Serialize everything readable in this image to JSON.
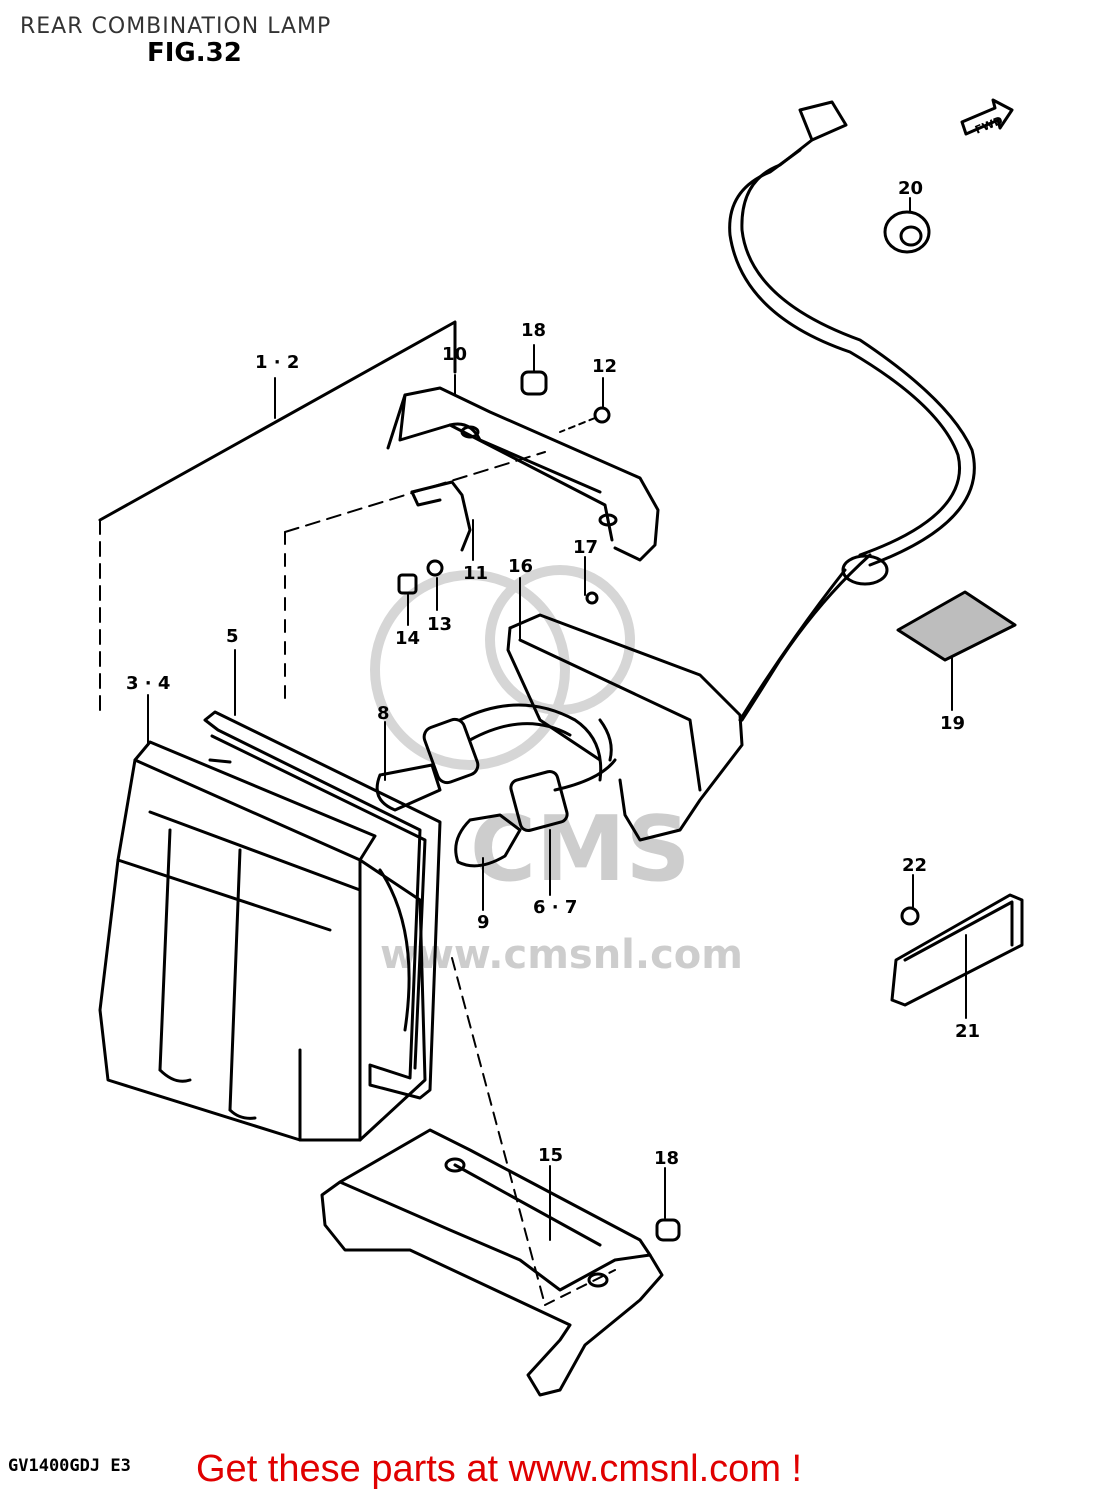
{
  "header": {
    "title": "REAR COMBINATION LAMP",
    "figure": "FIG.32"
  },
  "direction_tag": "FWD",
  "watermark": {
    "brand": "CMS",
    "url": "www.cmsnl.com"
  },
  "callouts": {
    "c1_2": "1 · 2",
    "c3_4": "3 · 4",
    "c5": "5",
    "c6_7": "6 · 7",
    "c8": "8",
    "c9": "9",
    "c10": "10",
    "c11": "11",
    "c12": "12",
    "c13": "13",
    "c14": "14",
    "c15": "15",
    "c16": "16",
    "c17": "17",
    "c18a": "18",
    "c18b": "18",
    "c19": "19",
    "c20": "20",
    "c21": "21",
    "c22": "22"
  },
  "footer": {
    "model_code": "GV1400GDJ  E3",
    "cta": "Get these parts at www.cmsnl.com !"
  },
  "colors": {
    "line": "#000000",
    "cta": "#e00000",
    "watermark": "#c8c8c8"
  }
}
